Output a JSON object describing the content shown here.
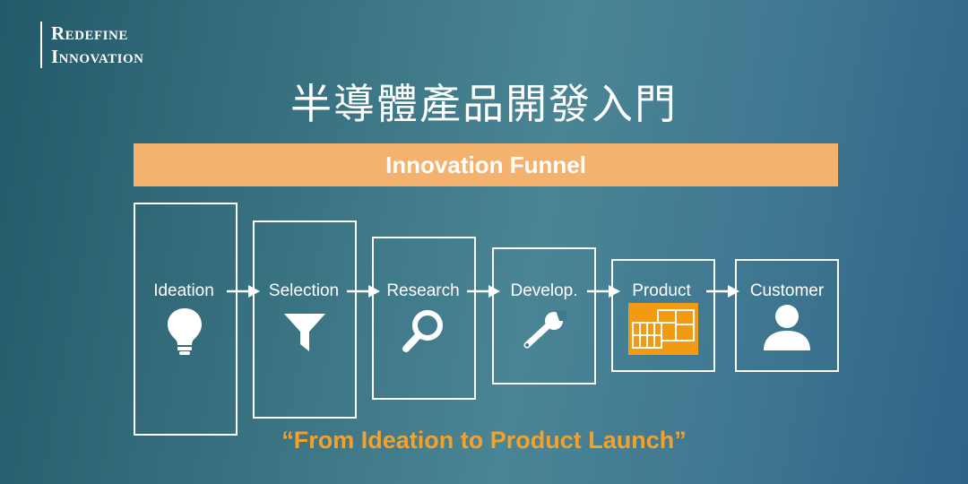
{
  "brand": {
    "line1": "Redefine",
    "line2": "Innovation"
  },
  "title": "半導體產品開發入門",
  "banner": "Innovation Funnel",
  "stages": [
    {
      "label": "Ideation",
      "icon": "lightbulb-icon"
    },
    {
      "label": "Selection",
      "icon": "funnel-icon"
    },
    {
      "label": "Research",
      "icon": "magnifier-icon"
    },
    {
      "label": "Develop.",
      "icon": "wrench-icon"
    },
    {
      "label": "Product",
      "icon": "product-chip-icon"
    },
    {
      "label": "Customer",
      "icon": "person-icon"
    }
  ],
  "quote": "“From Ideation to Product Launch”",
  "colors": {
    "banner": "#f5b26f",
    "quote": "#f4a12c",
    "product_icon": "#f29a12"
  }
}
